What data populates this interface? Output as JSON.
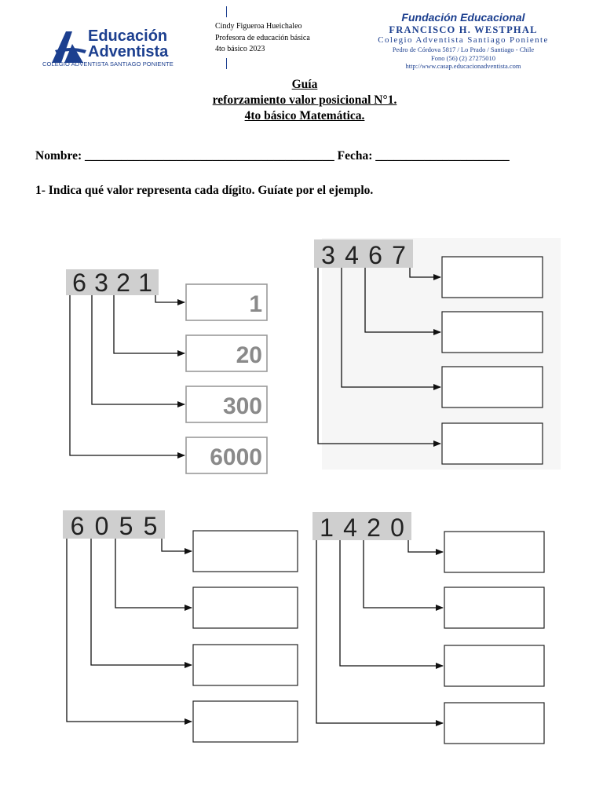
{
  "header": {
    "logo": {
      "line1": "Educación",
      "line2": "Adventista",
      "subtitle": "COLEGIO ADVENTISTA SANTIAGO PONIENTE"
    },
    "teacher": {
      "name": "Cindy Figueroa Hueichaleo",
      "role": "Profesora de educación básica",
      "course": "4to básico 2023"
    },
    "foundation": {
      "title": "Fundación Educacional",
      "name": "FRANCISCO H. WESTPHAL",
      "school": "Colegio Adventista Santiago Poniente",
      "address": "Pedro de Córdova 5817 / Lo Prado / Santiago - Chile",
      "phone": "Fono (56) (2) 27275010",
      "url": "http://www.casap.educacionadventista.com"
    },
    "brand_color": "#1c3f8f"
  },
  "title": {
    "line1": "Guía",
    "line2": "reforzamiento valor posicional N°1.",
    "line3": "4to básico Matemática."
  },
  "form": {
    "name_label": "Nombre:",
    "name_blank": "_________________________________________",
    "date_label": "Fecha:",
    "date_blank": "______________________"
  },
  "instruction": "1- Indica qué valor representa cada dígito. Guíate por el ejemplo.",
  "exercises": [
    {
      "number": "6321",
      "digits": [
        "6",
        "3",
        "2",
        "1"
      ],
      "answers": [
        "1",
        "20",
        "300",
        "6000"
      ]
    },
    {
      "number": "3467",
      "digits": [
        "3",
        "4",
        "6",
        "7"
      ],
      "answers": [
        "",
        "",
        "",
        ""
      ]
    },
    {
      "number": "6055",
      "digits": [
        "6",
        "0",
        "5",
        "5"
      ],
      "answers": [
        "",
        "",
        "",
        ""
      ]
    },
    {
      "number": "1420",
      "digits": [
        "1",
        "4",
        "2",
        "0"
      ],
      "answers": [
        "",
        "",
        "",
        ""
      ]
    }
  ],
  "icons": [
    "logo-icon",
    "arrow-icon"
  ]
}
